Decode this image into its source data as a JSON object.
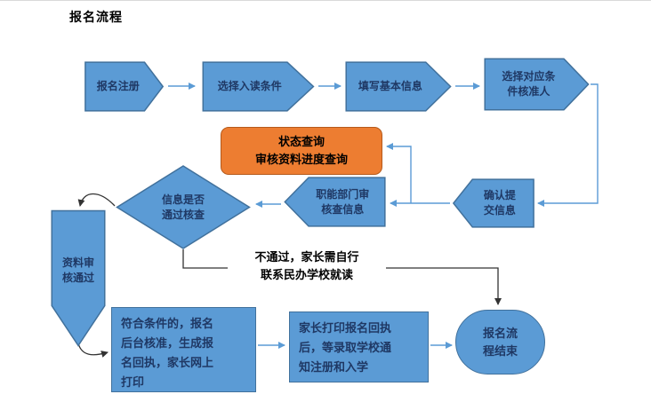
{
  "title": "报名流程",
  "colors": {
    "shape_fill": "#5B9BD5",
    "shape_border": "#41719C",
    "shape_text": "#1F3864",
    "orange_fill": "#ED7D31",
    "orange_border": "#B55A1B",
    "connector_blue": "#5B9BD5",
    "connector_dark": "#333333"
  },
  "nodes": {
    "register": "报名注册",
    "choose_condition": "选择入读条件",
    "fill_info": "填写基本信息",
    "choose_approver": "选择对应条\n件核准人",
    "confirm_submit": "确认提\n交信息",
    "dept_review": "职能部门审\n核查信息",
    "status_query": "状态查询\n审核资料进度查询",
    "pass_check": "信息是否\n通过核查",
    "material_pass": "资料审\n核通过",
    "not_pass": "不通过，家长需自行\n联系民办学校就读",
    "eligible": "符合条件的，报名\n后台核准，生成报\n名回执，家长网上\n打印",
    "parent_print": "家长打印报名回执\n后，等录取学校通\n知注册和入学",
    "end": "报名流\n程结束"
  }
}
